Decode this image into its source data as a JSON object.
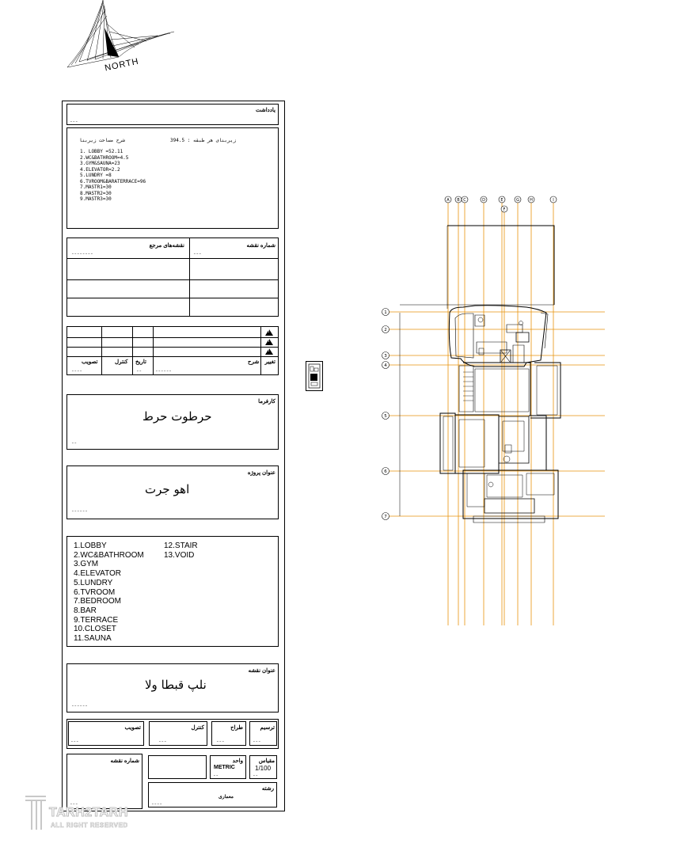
{
  "compass": {
    "label": "NORTH"
  },
  "title_block": {
    "notes": {
      "header": "یادداشت",
      "sub": "ـ ـ ـ",
      "area_left": "زیربنای هر طبقه : 394.5",
      "area_right": "شرح مساحت زیربنا",
      "lines": [
        "1. LOBBY =52.11",
        "2.WC&BATHROOM=4.5",
        "3.GYM&SAUNA=23",
        "4.ELEVATOR=2.2",
        "5.LUNDRY =8",
        "6.TVROOM&BARATERRACE=96",
        "7.MASTR1=30",
        "8.MASTR2=30",
        "9.MASTR3=30"
      ]
    },
    "refs": {
      "sheet_no": "شماره نقشه",
      "ref_maps": "نقشه‌های مرجع",
      "sub1": "ـ ـ ـ",
      "sub2": "ـ ـ ـ ـ ـ ـ ـ ـ"
    },
    "revisions": {
      "approve": "تصویب",
      "control": "کنترل",
      "date": "تاریخ",
      "desc": "شرح",
      "change": "تغییر",
      "vals": [
        "ـ ـ ـ ـ",
        "ـ ـ",
        "ـ ـ ـ ـ ـ ـ"
      ]
    },
    "client": {
      "label": "کارفرما",
      "value": "حرطوت حرط",
      "sub": "ـ ـ"
    },
    "project": {
      "label": "عنوان پروژه",
      "value": "اهو جرت",
      "sub": "ـ ـ ـ ـ ـ ـ"
    },
    "legend": {
      "col1": [
        "1.LOBBY",
        "2.WC&BATHROOM",
        "3.GYM",
        "4.ELEVATOR",
        "5.LUNDRY",
        "6.TVROOM",
        "7.BEDROOM",
        "8.BAR",
        "9.TERRACE",
        "10.CLOSET",
        "11.SAUNA"
      ],
      "col2": [
        "12.STAIR",
        "13.VOID"
      ]
    },
    "sheet_title": {
      "label": "عنوان نقشه",
      "value": "نلپ قبطا ولا",
      "sub": "ـ ـ ـ ـ ـ ـ"
    },
    "signatures": {
      "approve": "تصویب",
      "control": "کنترل",
      "design": "طراح",
      "draw": "ترسیم",
      "sub": "ـ ـ ـ"
    },
    "footer": {
      "sheet_no": "شماره نقشه",
      "sheet_no_sub": "ـ ـ ـ",
      "unit_label": "واحد",
      "unit": "METRIC",
      "unit_sub": "ـ ـ",
      "scale_label": "مقیاس",
      "scale": "1/100",
      "scale_sub": "ـ ـ",
      "discipline_label": "رشته",
      "discipline": "معماری",
      "discipline_sub": "ـ ـ ـ ـ"
    }
  },
  "grid": {
    "columns": [
      "A",
      "B",
      "C",
      "D",
      "E",
      "F",
      "G",
      "H",
      "I"
    ],
    "rows": [
      "1",
      "2",
      "3",
      "4",
      "5",
      "6",
      "7"
    ]
  },
  "watermark": {
    "brand": "TARH2TARH",
    "tagline": "ALL RIGHT RESERVED"
  },
  "colors": {
    "grid_line": "#E8930C",
    "ink": "#000000"
  }
}
